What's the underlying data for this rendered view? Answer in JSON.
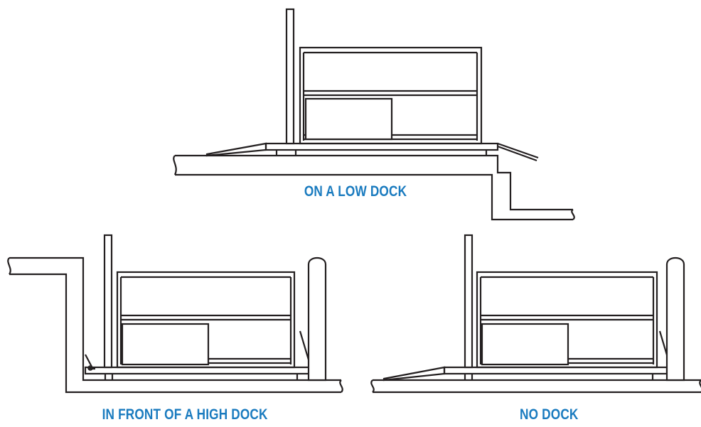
{
  "caption_color": "#1a7bbf",
  "line_color": "#231f20",
  "diagrams": [
    {
      "id": "low-dock",
      "caption": "ON A LOW DOCK"
    },
    {
      "id": "high-dock",
      "caption": "IN FRONT OF A HIGH DOCK"
    },
    {
      "id": "no-dock",
      "caption": "NO DOCK"
    }
  ]
}
